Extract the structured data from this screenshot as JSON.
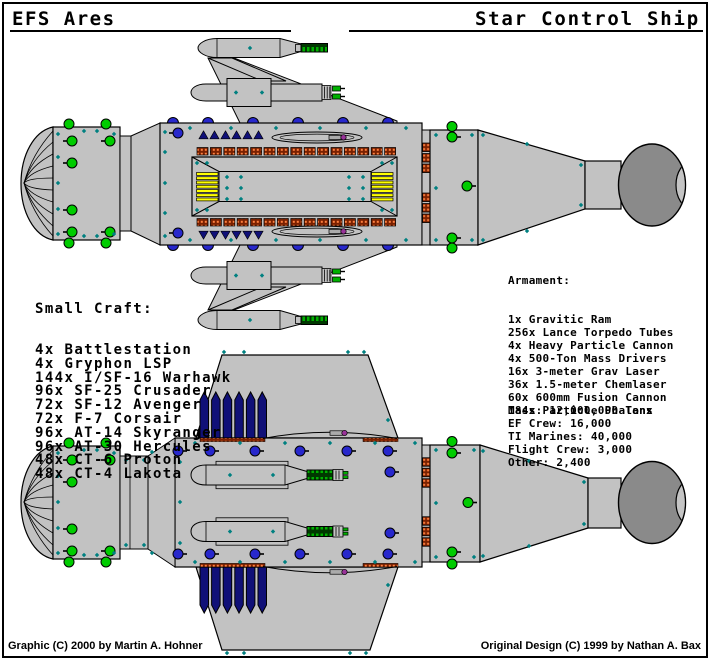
{
  "header": {
    "title_left": "EFS Ares",
    "title_right": "Star Control Ship"
  },
  "small_craft": {
    "heading": "Small Craft:",
    "items": [
      "4x Battlestation",
      "4x Gryphon LSP",
      "144x I/SF-16 Warhawk",
      "96x SF-25 Crusader",
      "72x SF-12 Avenger",
      "72x F-7 Corsair",
      "96x AT-14 Skyranger",
      "96x AT-30 Hercules",
      "48x CT-6 Proton",
      "48x CT-4 Lakota"
    ]
  },
  "armament": {
    "heading": "Armament:",
    "items": [
      "1x Gravitic Ram",
      "256x Lance Torpedo Tubes",
      "4x Heavy Particle Cannon",
      "4x 500-Ton Mass Drivers",
      "16x 3-meter Grav Laser",
      "36x 1.5-meter Chemlaser",
      "60x 600mm Fusion Cannon",
      "184x Particle Phalanx"
    ]
  },
  "stats": {
    "lines": [
      "Mass: 12,000,000 Tons",
      "EF Crew: 16,000",
      "TI Marines: 40,000",
      "Flight Crew: 3,000",
      "Other: 2,400"
    ]
  },
  "footer": {
    "credit_left": "Graphic (C) 2000 by Martin A. Hohner",
    "credit_right": "Original Design (C) 1999 by Nathan A. Bax"
  },
  "colors": {
    "background": "#FFFFFF",
    "hull_gray": "#C2C2C2",
    "outline_black": "#000000",
    "engine_dark_gray": "#8A8A8A",
    "engine_highlight_gray": "#C4C4C4",
    "turret_green": "#00CC00",
    "turret_blue": "#2828CC",
    "fin_navy": "#101078",
    "panel_yellow": "#FFFF00",
    "hatch_dark_red": "#7A2000",
    "hatch_orange": "#FF8040",
    "rivet_teal": "#008080",
    "missile_purple": "#993399",
    "barrel_green": "#00B000"
  }
}
